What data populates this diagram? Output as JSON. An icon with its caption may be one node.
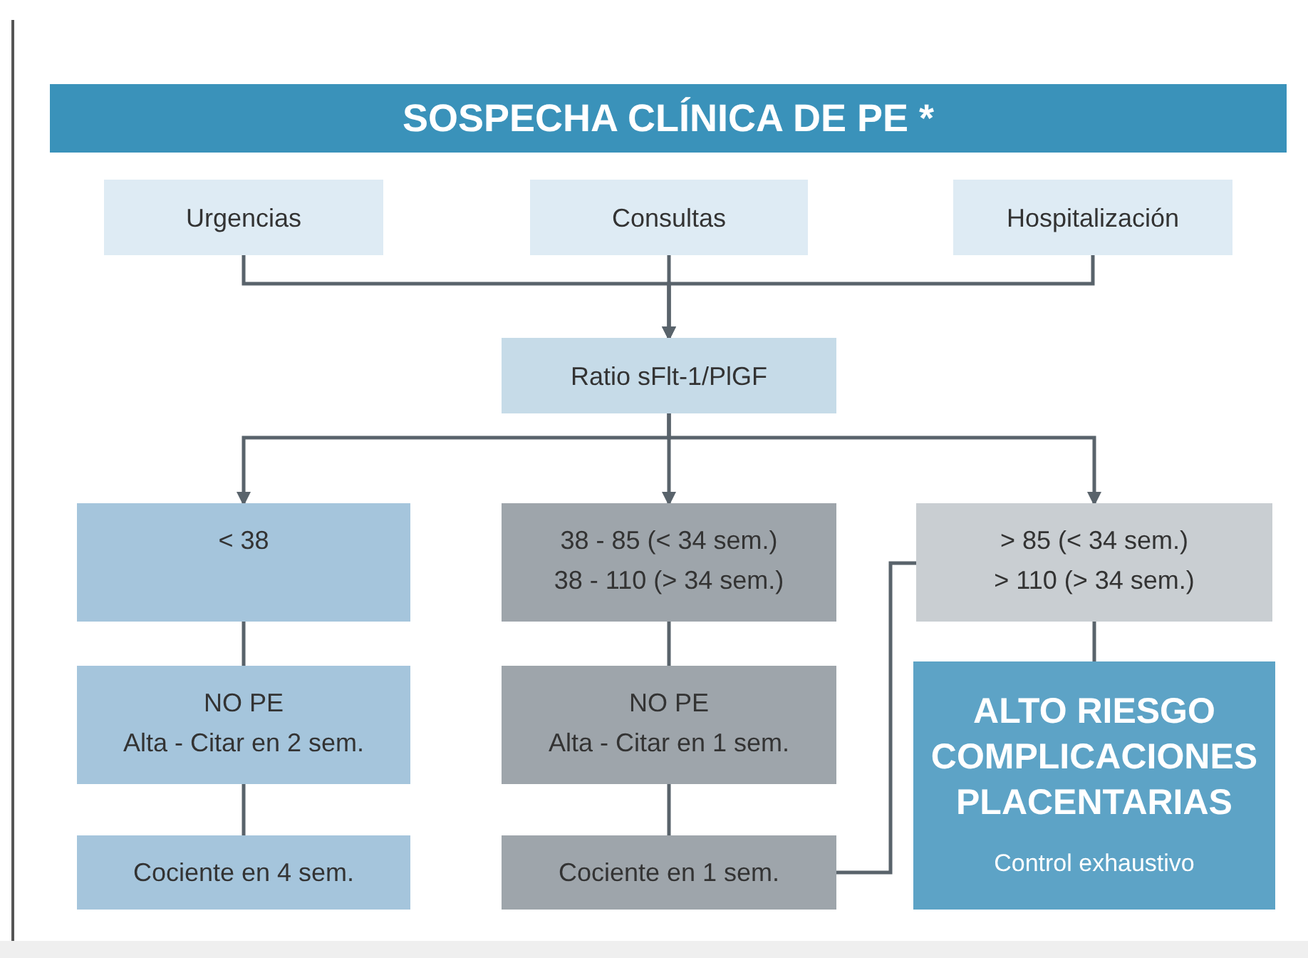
{
  "diagram": {
    "title": "SOSPECHA CLÍNICA DE PE *",
    "nodes": [
      {
        "text": [
          "Urgencias"
        ]
      },
      {
        "text": [
          "Consultas"
        ]
      },
      {
        "text": [
          "Hospitalización"
        ]
      },
      {
        "text": [
          "Ratio sFlt-1/PlGF"
        ]
      },
      {
        "text": [
          "< 38"
        ]
      },
      {
        "text": [
          "38 - 85 (< 34 sem.)",
          "38 - 110 (> 34 sem.)"
        ]
      },
      {
        "text": [
          "> 85 (< 34 sem.)",
          "> 110 (> 34 sem.)"
        ]
      },
      {
        "text": [
          "NO PE",
          "Alta - Citar en 2 sem."
        ]
      },
      {
        "text": [
          "NO PE",
          "Alta - Citar en 1 sem."
        ]
      },
      {
        "text": [
          "ALTO RIESGO COMPLICACIONES PLACENTARIAS",
          "Control exhaustivo"
        ]
      },
      {
        "text": [
          "Cociente en 4 sem."
        ]
      },
      {
        "text": [
          "Cociente en 1 sem."
        ]
      }
    ],
    "edges": [
      {
        "from": 0,
        "to": 3,
        "arrow": "to"
      },
      {
        "from": 1,
        "to": 3,
        "arrow": "to"
      },
      {
        "from": 2,
        "to": 3,
        "arrow": "to"
      },
      {
        "from": 3,
        "to": 4,
        "arrow": "to"
      },
      {
        "from": 3,
        "to": 5,
        "arrow": "to"
      },
      {
        "from": 3,
        "to": 6,
        "arrow": "to"
      },
      {
        "from": 4,
        "to": 7,
        "arrow": "none"
      },
      {
        "from": 7,
        "to": 10,
        "arrow": "none"
      },
      {
        "from": 5,
        "to": 8,
        "arrow": "none"
      },
      {
        "from": 8,
        "to": 11,
        "arrow": "none"
      },
      {
        "from": 6,
        "to": 9,
        "arrow": "none"
      },
      {
        "from": 11,
        "to": 6,
        "arrow": "none"
      }
    ]
  }
}
